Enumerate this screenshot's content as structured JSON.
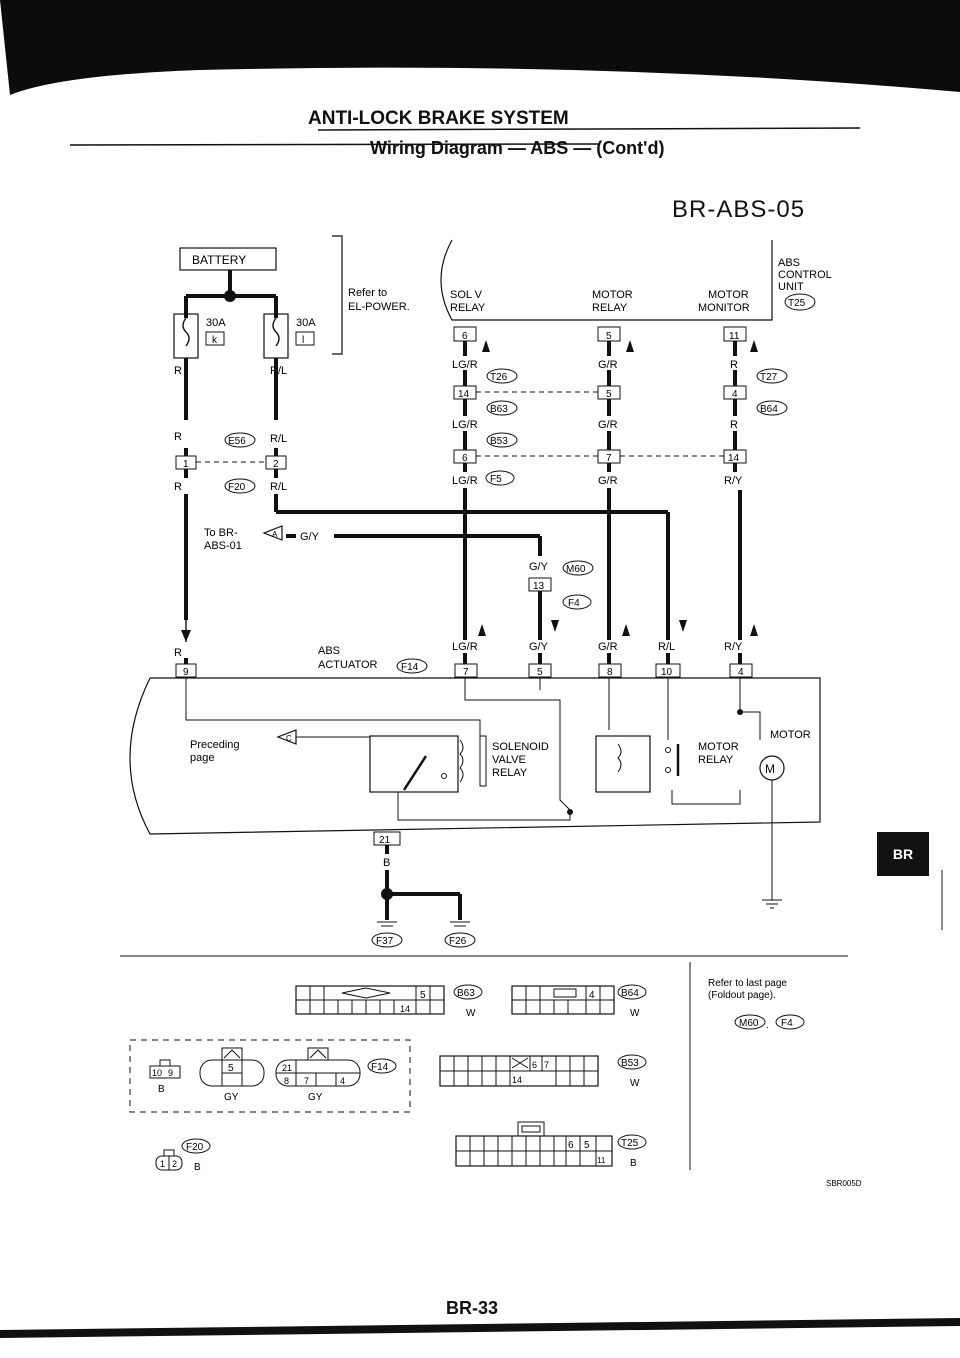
{
  "header": {
    "title": "ANTI-LOCK BRAKE SYSTEM",
    "subtitle": "Wiring Diagram — ABS — (Cont'd)"
  },
  "diagram_code": "BR-ABS-05",
  "page_number": "BR-33",
  "side_tab": "BR",
  "footer_ref": "SBR005D",
  "power": {
    "battery": "BATTERY",
    "fuse_left": {
      "amp": "30A",
      "id": "k"
    },
    "fuse_right": {
      "amp": "30A",
      "id": "l"
    },
    "refer_to": "Refer to",
    "refer_target": "EL-POWER."
  },
  "control_unit": {
    "name_lines": [
      "ABS",
      "CONTROL",
      "UNIT"
    ],
    "connector": "T25",
    "sol_v_relay": [
      "SOL V",
      "RELAY"
    ],
    "motor_relay": [
      "MOTOR",
      "RELAY"
    ],
    "motor_monitor": [
      "MOTOR",
      "MONITOR"
    ],
    "terminals": [
      "6",
      "5",
      "11"
    ]
  },
  "wire_colors": {
    "r": "R",
    "rl": "R/L",
    "lgr": "LG/R",
    "gr": "G/R",
    "ry": "R/Y",
    "gy": "G/Y",
    "b": "B"
  },
  "connectors": {
    "e56": "E56",
    "f20": "F20",
    "t26": "T26",
    "t27": "T27",
    "b63": "B63",
    "b64": "B64",
    "b53": "B53",
    "f5": "F5",
    "m60": "M60",
    "f4": "F4",
    "f14": "F14",
    "f37": "F37",
    "f26": "F26"
  },
  "pins": {
    "p1": "1",
    "p2": "2",
    "p14": "14",
    "p5": "5",
    "p4": "4",
    "p6": "6",
    "p7": "7",
    "p13": "13",
    "p8": "8",
    "p10": "10",
    "p9": "9",
    "p21": "21"
  },
  "to_br": [
    "To BR-",
    "ABS-01"
  ],
  "to_br_letter": "A",
  "actuator": {
    "name": [
      "ABS",
      "ACTUATOR"
    ],
    "connector": "F14"
  },
  "preceding": {
    "lines": [
      "Preceding",
      "page"
    ],
    "letter": "C"
  },
  "solenoid": [
    "SOLENOID",
    "VALVE",
    "RELAY"
  ],
  "motor_relay_box": [
    "MOTOR",
    "RELAY"
  ],
  "motor": {
    "label": "MOTOR",
    "symbol": "M"
  },
  "connector_views": {
    "b63_pins": [
      "5",
      "14"
    ],
    "b63_color": "W",
    "b64_pins": [
      "4"
    ],
    "b64_color": "W",
    "b53_pins": [
      "6",
      "7",
      "14"
    ],
    "b53_color": "W",
    "t25_pins": [
      "6",
      "5",
      "11"
    ],
    "t25_color": "B",
    "e20_pins": [
      "10",
      "9"
    ],
    "e20_color": "B",
    "f14a_pins": [
      "5"
    ],
    "f14a_color": "GY",
    "f14b_pins": [
      "21",
      "8",
      "7",
      "4"
    ],
    "f14b_color": "GY",
    "f20_pins": [
      "1",
      "2"
    ],
    "f20_color": "B"
  },
  "refer_last": [
    "Refer to last page",
    "(Foldout page)."
  ],
  "refer_connectors": [
    "M60",
    "F4"
  ]
}
